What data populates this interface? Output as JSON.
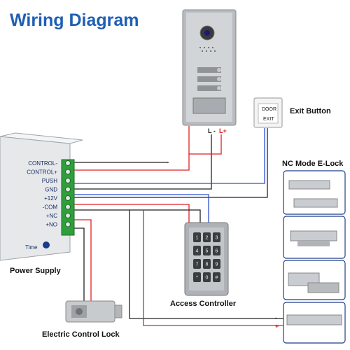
{
  "title": "Wiring Diagram",
  "labels": {
    "exit_button": "Exit Button",
    "nc_mode": "NC Mode E-Lock",
    "power_supply": "Power Supply",
    "access_controller": "Access Controller",
    "electric_lock": "Electric Control Lock"
  },
  "power_supply": {
    "terminals": [
      "CONTROL-",
      "CONTROL+",
      "PUSH",
      "GND",
      "+12V",
      "-COM",
      "+NC",
      "+NO"
    ],
    "time_label": "Time"
  },
  "exit_button_face": {
    "top": "DOOR",
    "bottom": "EXIT"
  },
  "intercom_polarity": {
    "minus": "L -",
    "plus": "L+"
  },
  "lock_polarity": {
    "minus": "-",
    "plus": "+"
  },
  "keypad_keys": [
    "1",
    "2",
    "3",
    "4",
    "5",
    "6",
    "7",
    "8",
    "9",
    "*",
    "0",
    "#"
  ],
  "colors": {
    "title": "#1f5fb4",
    "wire_red": "#e02020",
    "wire_black": "#222222",
    "wire_blue": "#2a4fd0",
    "terminal_green": "#2f9e3c"
  }
}
